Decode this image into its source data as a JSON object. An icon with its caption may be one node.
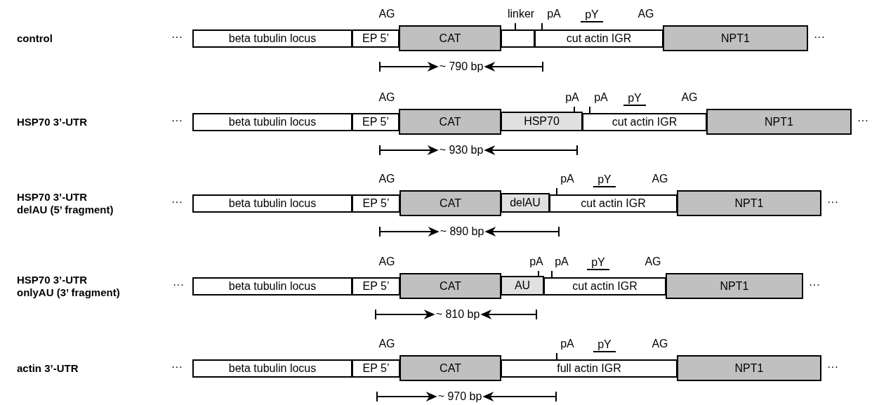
{
  "diagram": {
    "nodes": [
      {
        "text": [
          "beta tubulin locus"
        ]
      },
      {
        "text": [
          "EP 5’"
        ]
      },
      {
        "text": [
          "CAT"
        ]
      },
      {
        "text": [],
        "shape": "box"
      },
      {
        "text": [
          "cut actin IGR"
        ]
      },
      {
        "text": [
          "NPT1"
        ]
      },
      {
        "text": [
          "beta tubulin locus"
        ]
      },
      {
        "text": [
          "EP 5’"
        ]
      },
      {
        "text": [
          "CAT"
        ]
      },
      {
        "text": [
          "HSP70"
        ]
      },
      {
        "text": [
          "cut actin IGR"
        ]
      },
      {
        "text": [
          "NPT1"
        ]
      },
      {
        "text": [
          "beta tubulin locus"
        ]
      },
      {
        "text": [
          "EP 5’"
        ]
      },
      {
        "text": [
          "CAT"
        ]
      },
      {
        "text": [
          "delAU"
        ]
      },
      {
        "text": [
          "cut actin IGR"
        ]
      },
      {
        "text": [
          "NPT1"
        ]
      },
      {
        "text": [
          "beta tubulin locus"
        ]
      },
      {
        "text": [
          "EP 5’"
        ]
      },
      {
        "text": [
          "CAT"
        ]
      },
      {
        "text": [
          "AU"
        ]
      },
      {
        "text": [
          "cut actin IGR"
        ]
      },
      {
        "text": [
          "NPT1"
        ]
      },
      {
        "text": [
          "beta tubulin locus"
        ]
      },
      {
        "text": [
          "EP 5’"
        ]
      },
      {
        "text": [
          "CAT"
        ]
      },
      {
        "text": [
          "full actin IGR"
        ]
      },
      {
        "text": [
          "NPT1"
        ]
      }
    ],
    "labels": [
      "control",
      "···",
      "AG",
      "linker",
      "pA",
      "pY",
      "AG",
      "···",
      "~ 790 bp",
      "HSP70 3’-UTR",
      "···",
      "AG",
      "pA",
      "pA",
      "pY",
      "AG",
      "···",
      "~ 930 bp",
      "HSP70 3’-UTR delAU (5’ fragment)",
      "···",
      "AG",
      "pA",
      "pY",
      "AG",
      "···",
      "~ 890 bp",
      "HSP70 3’-UTR onlyAU (3’ fragment)",
      "···",
      "AG",
      "pA",
      "pA",
      "pY",
      "AG",
      "···",
      "~ 810 bp",
      "actin 3’-UTR",
      "···",
      "AG",
      "pA",
      "pY",
      "AG",
      "···",
      "~ 970 bp"
    ]
  }
}
